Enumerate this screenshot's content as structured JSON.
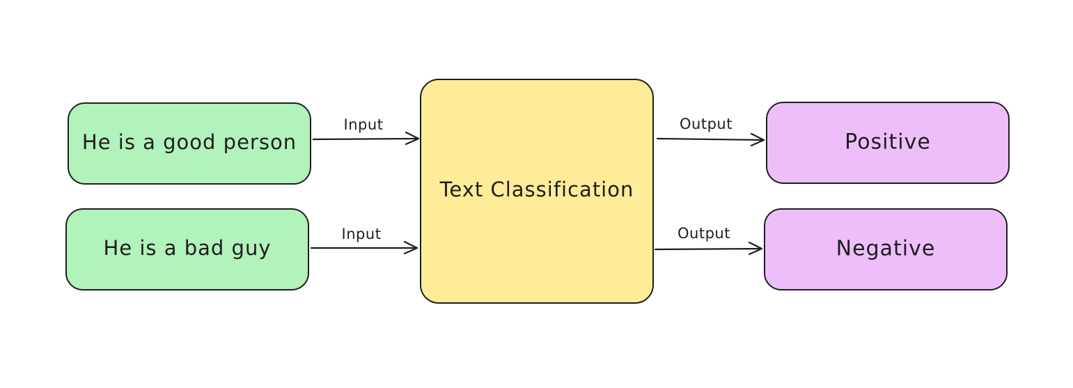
{
  "colors": {
    "input_fill": "#b2f2bb",
    "classifier_fill": "#ffec99",
    "output_fill": "#eebefa",
    "stroke": "#1e1e1e",
    "background": "#ffffff"
  },
  "inputs": [
    {
      "text": "He is a good person"
    },
    {
      "text": "He is a bad guy"
    }
  ],
  "classifier": {
    "text": "Text Classification"
  },
  "outputs": [
    {
      "text": "Positive"
    },
    {
      "text": "Negative"
    }
  ],
  "edges": {
    "input_label": "Input",
    "output_label": "Output"
  }
}
